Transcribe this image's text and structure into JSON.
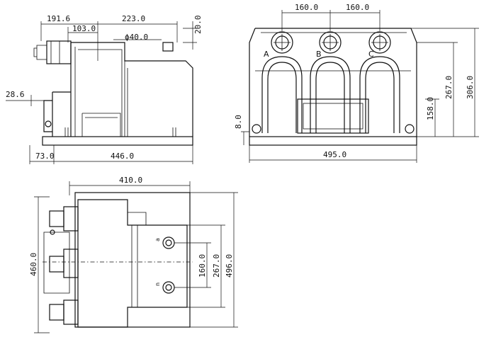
{
  "front_view": {
    "dims": {
      "overall_top_left": "191.6",
      "top_right": "223.0",
      "inner": "103.0",
      "diameter": "ϕ40.0",
      "top_height": "20.0",
      "side_offset": "28.6",
      "base_left": "73.0",
      "base_length": "446.0"
    }
  },
  "side_view": {
    "dims": {
      "spacing_ab": "160.0",
      "spacing_bc": "160.0",
      "height_8": "8.0",
      "height_158": "158.0",
      "height_267": "267.0",
      "height_306": "306.0",
      "width_495": "495.0"
    },
    "phase_labels": [
      "A",
      "B",
      "C"
    ]
  },
  "top_view": {
    "dims": {
      "length_410": "410.0",
      "width_460": "460.0",
      "terminal_spacing": "160.0",
      "inner_267": "267.0",
      "overall_496": "496.0"
    },
    "terminal_labels": [
      "a",
      "n"
    ]
  }
}
